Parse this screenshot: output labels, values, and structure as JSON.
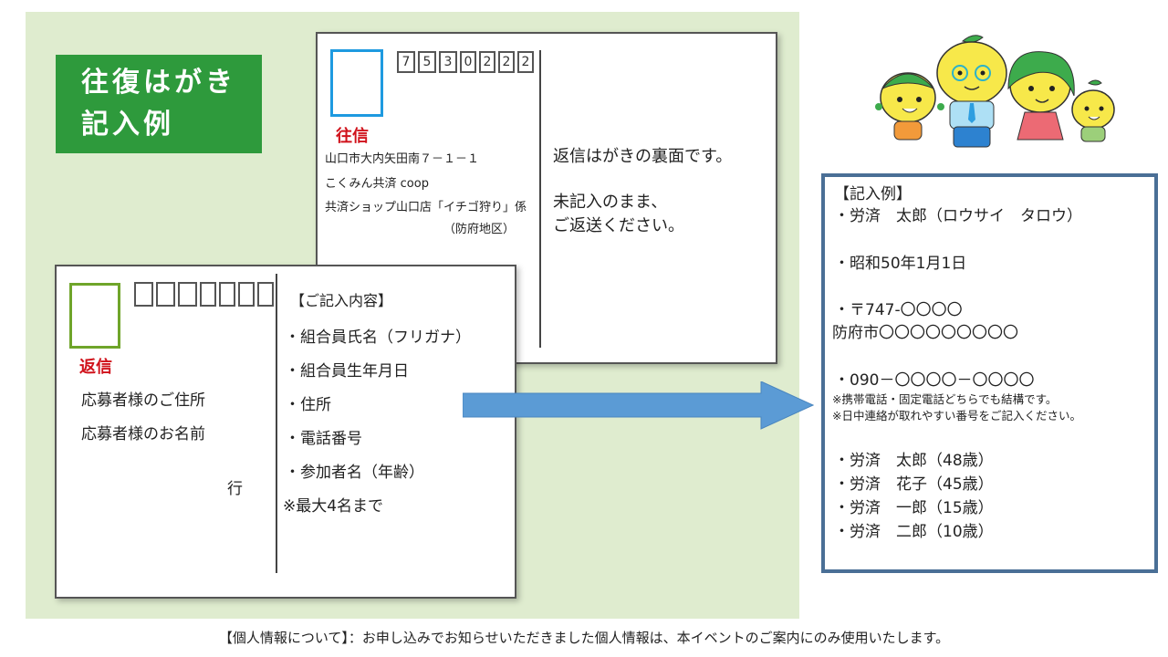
{
  "title": {
    "line1": "往復はがき",
    "line2": "記入例"
  },
  "outbound_card": {
    "label": "往信",
    "postal_code_digits": [
      "7",
      "5",
      "3",
      "0",
      "2",
      "2",
      "2"
    ],
    "address_lines": [
      "山口市大内矢田南７－１－１",
      "こくみん共済 coop",
      "共済ショップ山口店「イチゴ狩り」係",
      "（防府地区）"
    ],
    "right_text_1": "返信はがきの裏面です。",
    "right_text_2_line1": "未記入のまま、",
    "right_text_2_line2": "ご返送ください。",
    "stamp_color": "#1e9ae0"
  },
  "return_card": {
    "label": "返信",
    "postal_code_box_count": 7,
    "address_line": "応募者様のご住所",
    "name_line": "応募者様のお名前",
    "suffix": "行",
    "contents_header": "【ご記入内容】",
    "contents_items": [
      "・組合員氏名（フリガナ）",
      "・組合員生年月日",
      "・住所",
      "・電話番号",
      "・参加者名（年齢）"
    ],
    "contents_note": "※最大4名まで",
    "stamp_color": "#6fa52a"
  },
  "example": {
    "header": "【記入例】",
    "name": "・労済　太郎（ロウサイ　タロウ）",
    "birthdate": "・昭和50年1月1日",
    "postal": "・〒747-〇〇〇〇",
    "address": "防府市〇〇〇〇〇〇〇〇〇",
    "phone": "・090－〇〇〇〇－〇〇〇〇",
    "phone_note_1": "※携帯電話・固定電話どちらでも結構です。",
    "phone_note_2": "※日中連絡が取れやすい番号をご記入ください。",
    "participants": [
      "・労済　太郎（48歳）",
      "・労済　花子（45歳）",
      "・労済　一郎（15歳）",
      "・労済　二郎（10歳）"
    ],
    "border_color": "#4a6f96"
  },
  "arrow": {
    "color": "#5b9bd5"
  },
  "footer": {
    "text": "【個人情報について】：お申し込みでお知らせいただきました個人情報は、本イベントのご案内にのみ使用いたします。"
  },
  "colors": {
    "background_panel": "#dfeccf",
    "title_box": "#2e9a3c",
    "label_red": "#d0121b"
  }
}
